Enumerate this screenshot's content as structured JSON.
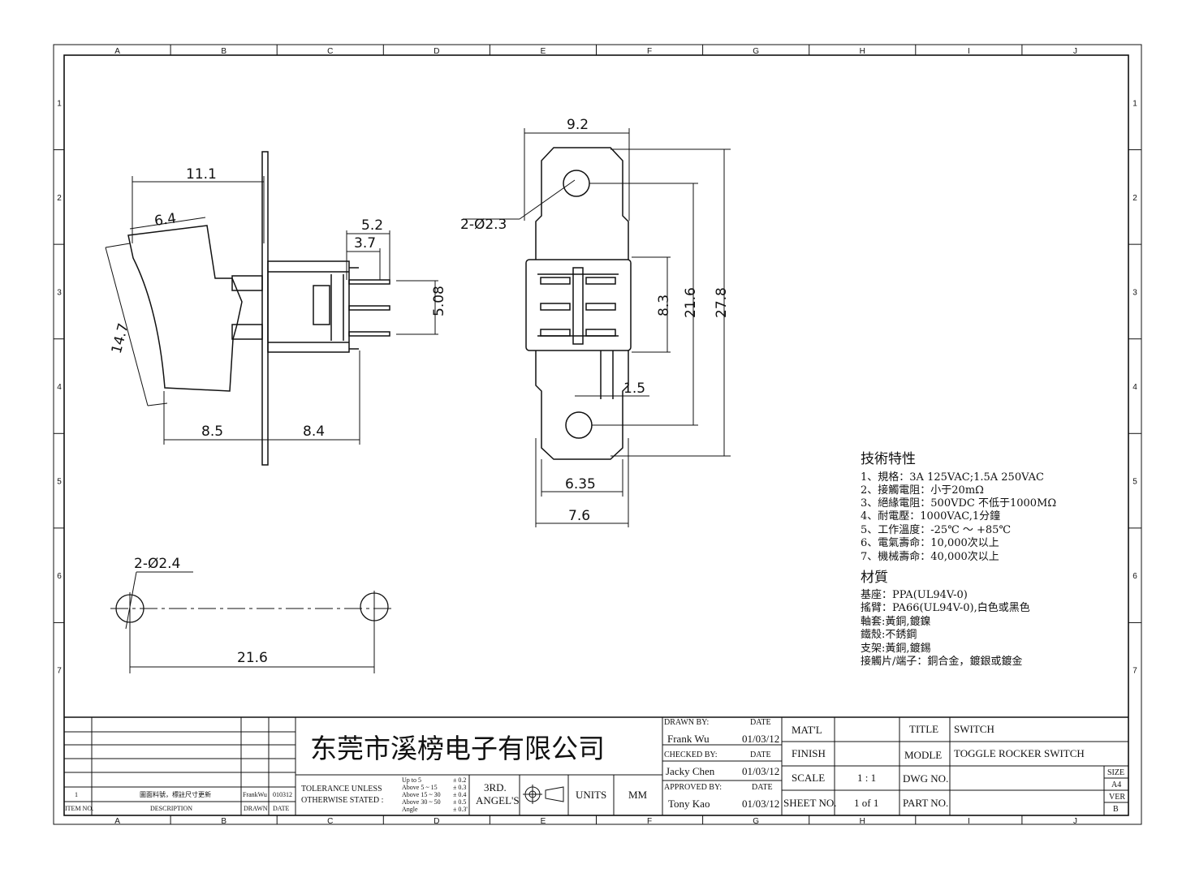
{
  "frame": {
    "col_letters": [
      "A",
      "B",
      "C",
      "D",
      "E",
      "F",
      "G",
      "H",
      "I",
      "J"
    ],
    "row_numbers": [
      "1",
      "2",
      "3",
      "4",
      "5",
      "6",
      "7"
    ]
  },
  "dims": {
    "side_width": "11.1",
    "side_rocker_top": "6.4",
    "side_rocker_len": "14.7",
    "side_front": "8.5",
    "side_back": "8.4",
    "pin_outer": "5.2",
    "pin_inner": "3.7",
    "pin_pitch": "5.08",
    "terminal_width": "9.2",
    "terminal_holes": "2-Ø2.3",
    "body_height": "8.3",
    "hole_pitch": "21.6",
    "overall_height": "27.8",
    "pin_thick": "1.5",
    "tab_inner": "6.35",
    "tab_outer": "7.6",
    "panel_holes": "2-Ø2.4",
    "panel_pitch": "21.6"
  },
  "specs": {
    "title": "技術特性",
    "items": [
      "1、規格：3A 125VAC;1.5A 250VAC",
      "2、接觸電阻：小于20mΩ",
      "3、絕緣電阻：500VDC 不低于1000MΩ",
      "4、耐電壓：1000VAC,1分鐘",
      "5、工作溫度：-25℃ ～ +85℃",
      "6、電氣壽命：10,000次以上",
      "7、機械壽命：40,000次以上"
    ],
    "material_title": "材質",
    "materials": [
      "基座：PPA(UL94V-0)",
      "搖臂：PA66(UL94V-0),白色或黑色",
      "軸套:黃銅,鍍鎳",
      "鐵殼:不銹鋼",
      "支架:黃銅,鍍錫",
      "接觸片/端子：銅合金，鍍銀或鍍金"
    ]
  },
  "title_block": {
    "company": "东莞市溪榜电子有限公司",
    "revision": {
      "item": "1",
      "description": "圖面料號，標註尺寸更新",
      "drawn": "FrankWu",
      "date": "010312",
      "hdr_item": "ITEM NO.",
      "hdr_desc": "DESCRIPTION",
      "hdr_drawn": "DRAWN",
      "hdr_date": "DATE"
    },
    "tolerance_label_1": "TOLERANCE UNLESS",
    "tolerance_label_2": "OTHERWISE STATED :",
    "tolerances": [
      {
        "range": "Up  to  5",
        "value": "± 0.2"
      },
      {
        "range": "Above 5  ~ 15",
        "value": "± 0.3"
      },
      {
        "range": "Above 15 ~ 30",
        "value": "± 0.4"
      },
      {
        "range": "Above 30 ~ 50",
        "value": "± 0.5"
      },
      {
        "range": "Angle",
        "value": "± 0.3'"
      }
    ],
    "projection_1": "3RD.",
    "projection_2": "ANGEL'S",
    "units_label": "UNITS",
    "units_value": "MM",
    "drawn_by_label": "DRAWN BY:",
    "drawn_by": "Frank Wu",
    "drawn_date": "01/03/12",
    "checked_by_label": "CHECKED BY:",
    "checked_by": "Jacky Chen",
    "checked_date": "01/03/12",
    "approved_by_label": "APPROVED BY:",
    "approved_by": "Tony Kao",
    "approved_date": "01/03/12",
    "date_label": "DATE",
    "matl_label": "MAT'L",
    "finish_label": "FINISH",
    "scale_label": "SCALE",
    "scale_value": "1 : 1",
    "sheet_label": "SHEET NO.",
    "sheet_value": "1 of 1",
    "title_label": "TITLE",
    "title_value": "SWITCH",
    "model_label": "MODLE",
    "model_value": "TOGGLE ROCKER SWITCH",
    "dwg_label": "DWG NO.",
    "part_label": "PART NO.",
    "size_label": "SIZE",
    "size_value": "A4",
    "ver_label": "VER",
    "ver_value": "B"
  }
}
